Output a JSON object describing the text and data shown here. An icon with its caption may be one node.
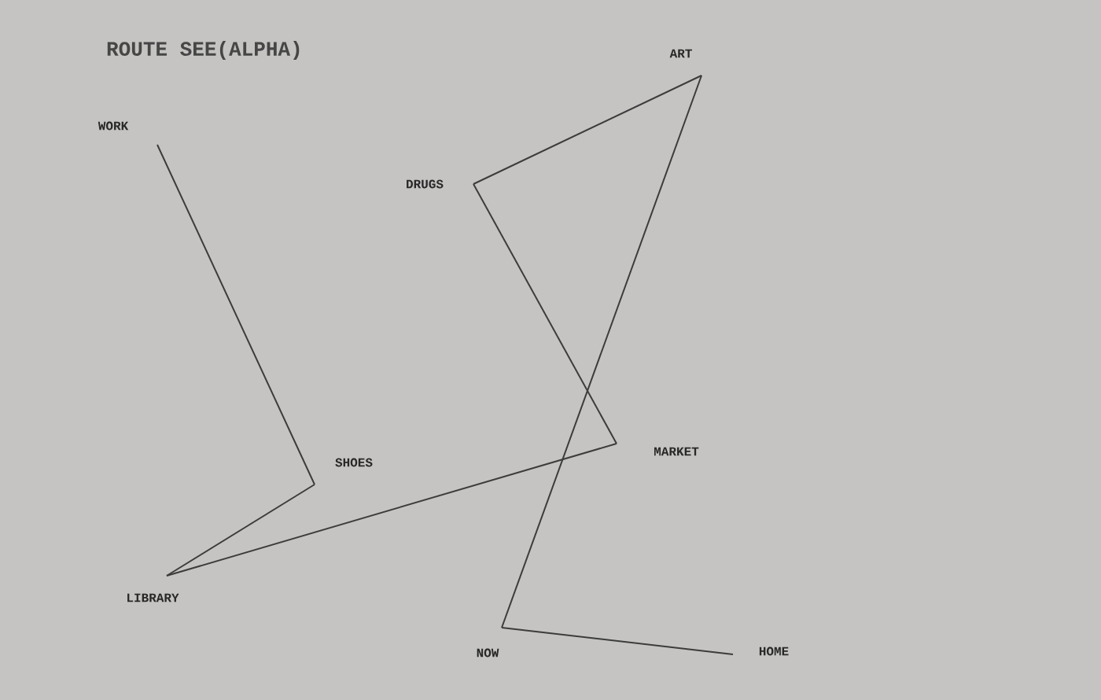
{
  "diagram": {
    "title": "ROUTE SEE(ALPHA)",
    "nodes": [
      {
        "text": [
          "WORK"
        ]
      },
      {
        "text": [
          "DRUGS"
        ]
      },
      {
        "text": [
          "ART"
        ]
      },
      {
        "text": [
          "SHOES"
        ]
      },
      {
        "text": [
          "MARKET"
        ]
      },
      {
        "text": [
          "LIBRARY"
        ]
      },
      {
        "text": [
          "NOW"
        ]
      },
      {
        "text": [
          "HOME"
        ]
      }
    ],
    "edges": [
      {
        "from": 0,
        "to": 3,
        "arrow": "none"
      },
      {
        "from": 3,
        "to": 5,
        "arrow": "none"
      },
      {
        "from": 5,
        "to": 4,
        "arrow": "none"
      },
      {
        "from": 4,
        "to": 1,
        "arrow": "none"
      },
      {
        "from": 1,
        "to": 2,
        "arrow": "none"
      },
      {
        "from": 2,
        "to": 6,
        "arrow": "none"
      },
      {
        "from": 6,
        "to": 7,
        "arrow": "none"
      }
    ]
  }
}
